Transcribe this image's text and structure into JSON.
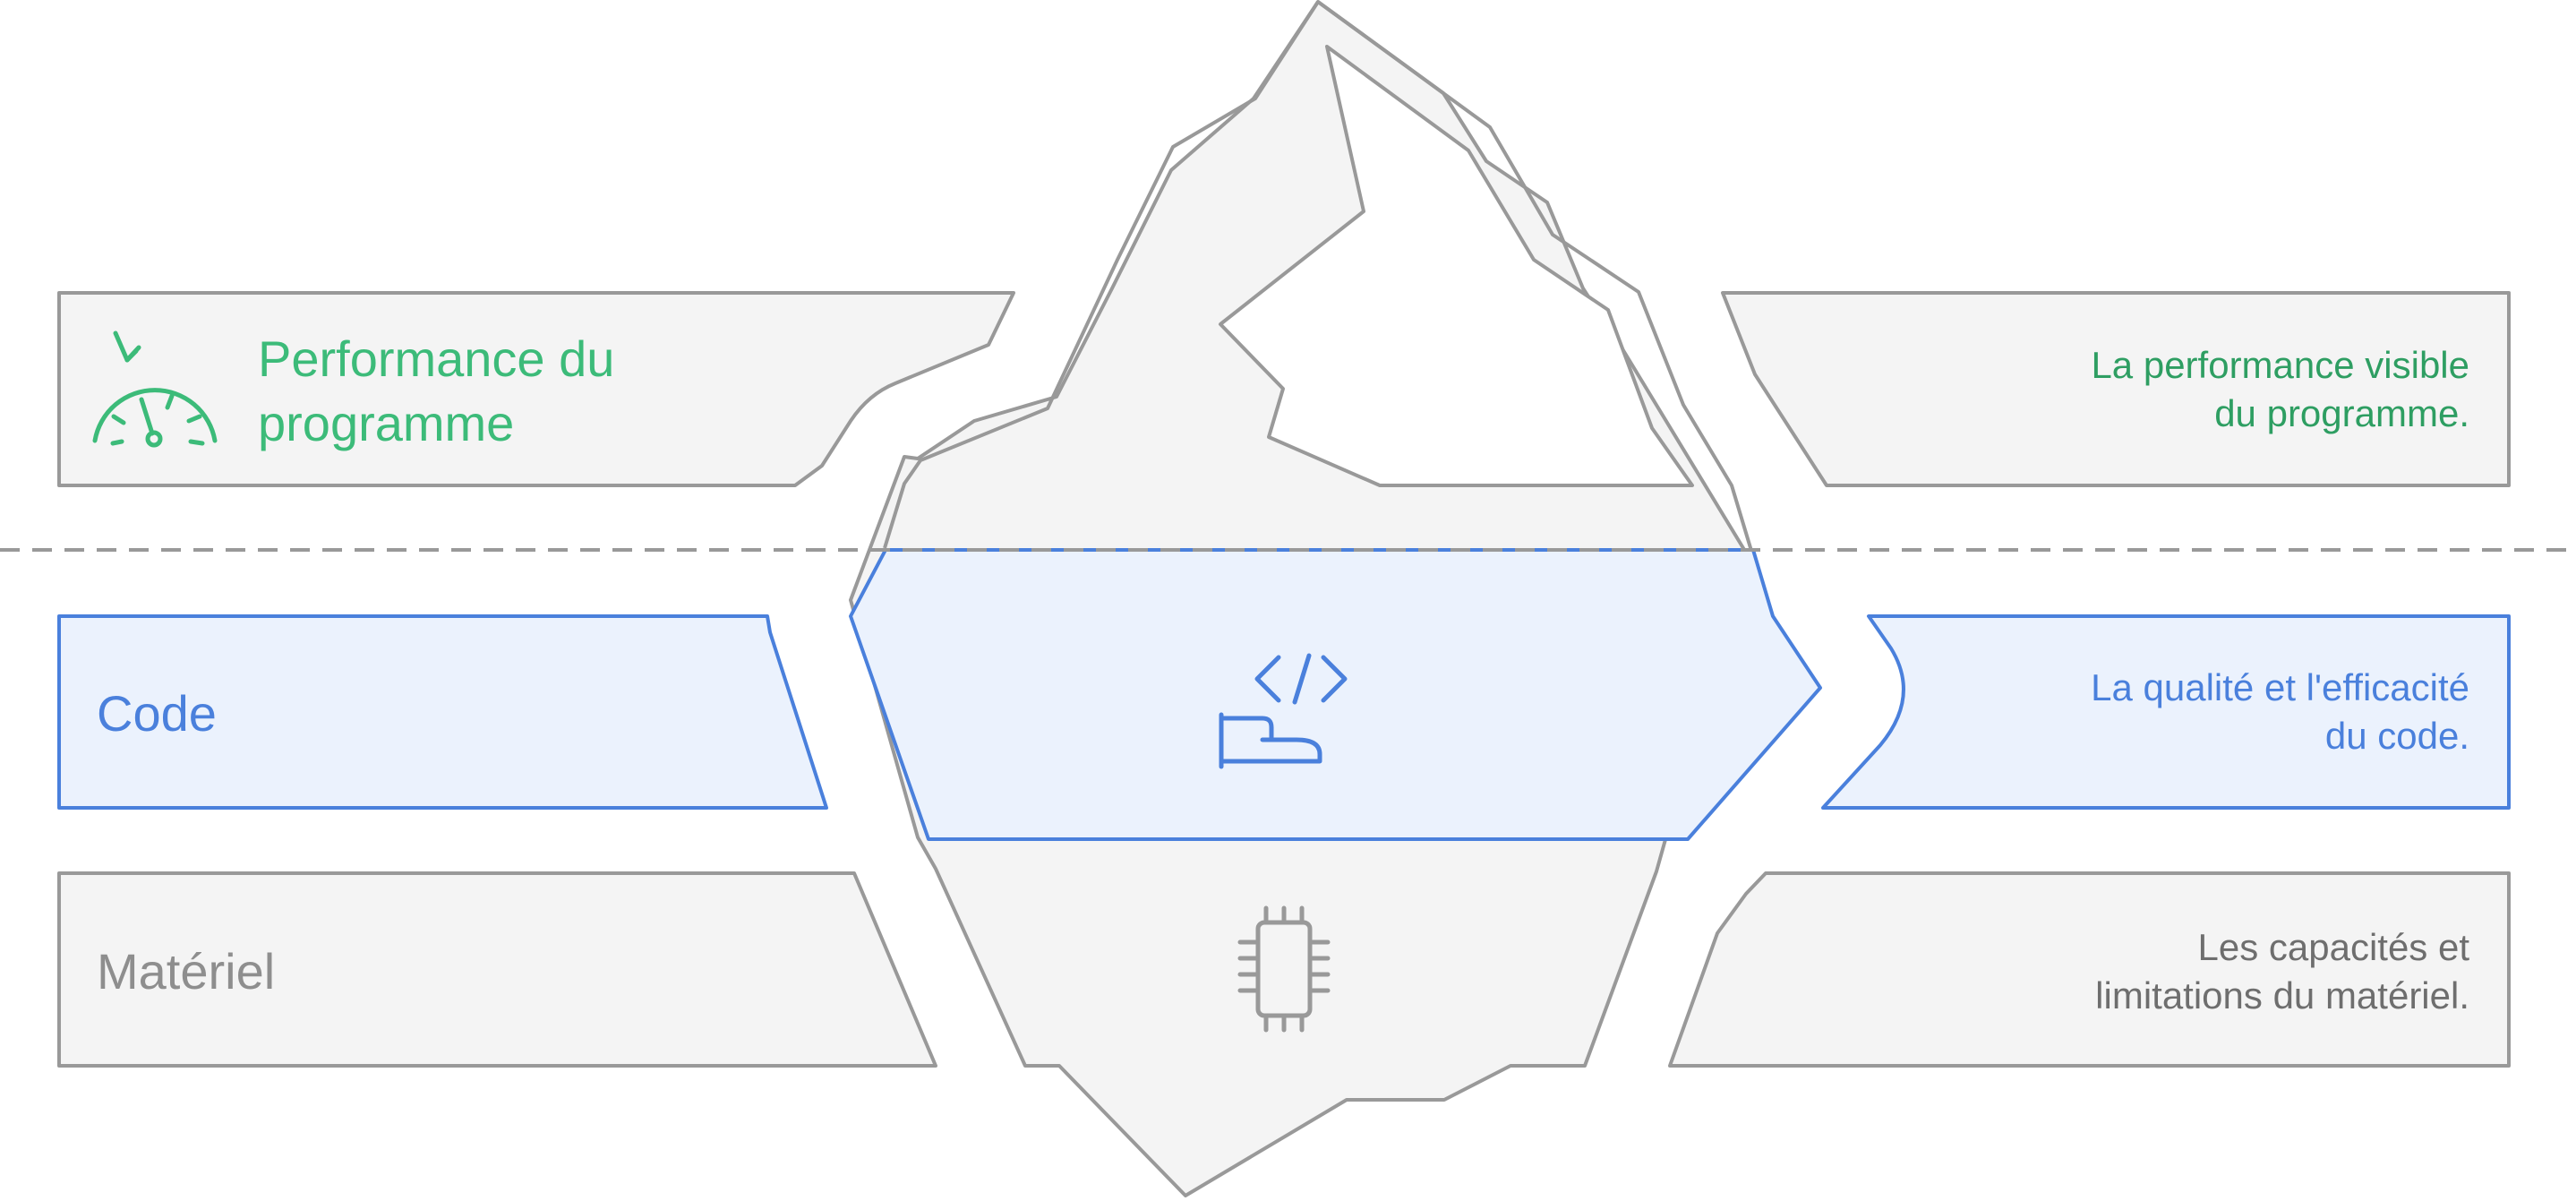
{
  "colors": {
    "green": "#3cbb79",
    "green_dark": "#2e9e62",
    "blue": "#4a80dc",
    "gray_stroke": "#999999",
    "gray_text": "#8e8e8e",
    "gray_dark_text": "#6e6e6e",
    "gray_fill": "#f4f4f4",
    "blue_fill": "#ebf2fd",
    "white": "#ffffff"
  },
  "waterline": {
    "style": "dashed"
  },
  "layers": [
    {
      "id": "performance",
      "title_lines": [
        "Performance du",
        "programme"
      ],
      "description_lines": [
        "La performance visible",
        "du programme."
      ],
      "icon": "speedometer-icon",
      "color": "green"
    },
    {
      "id": "code",
      "title_lines": [
        "Code"
      ],
      "description_lines": [
        "La qualité et l'efficacité",
        "du code."
      ],
      "icon": "code-hand-icon",
      "color": "blue"
    },
    {
      "id": "hardware",
      "title_lines": [
        "Matériel"
      ],
      "description_lines": [
        "Les capacités et",
        "limitations du matériel."
      ],
      "icon": "chip-icon",
      "color": "gray"
    }
  ]
}
